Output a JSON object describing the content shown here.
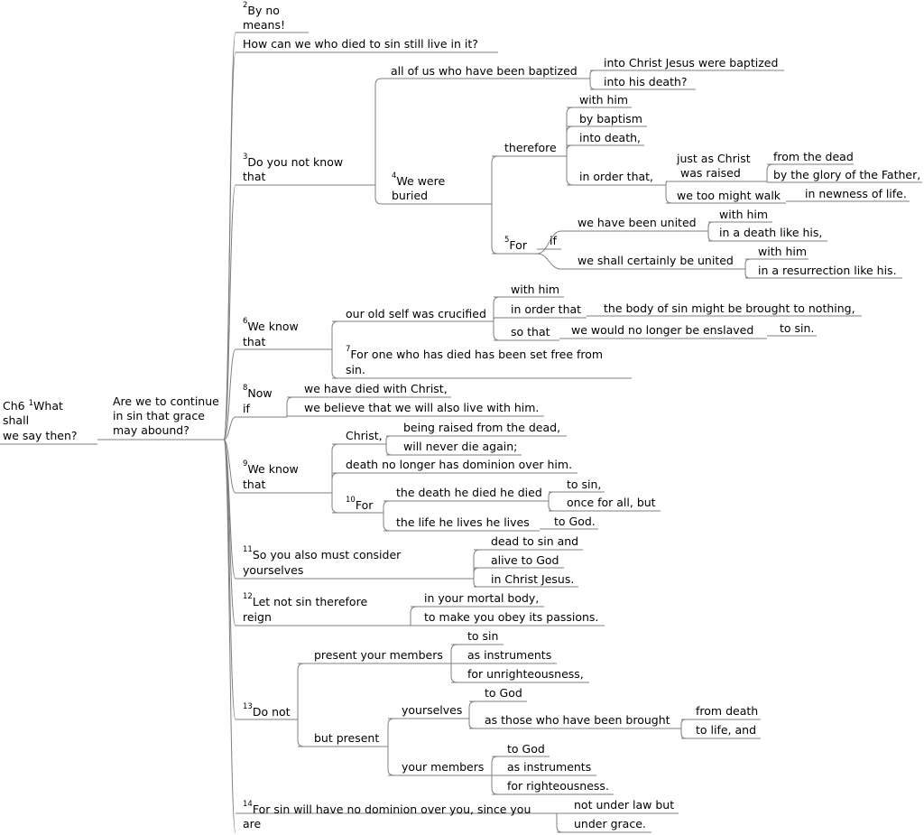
{
  "root": {
    "chapter": "Ch6",
    "verse": "1",
    "lines": [
      "What",
      "shall",
      "we say then?"
    ]
  },
  "question": {
    "lines": [
      "Are we to continue",
      " in sin that grace",
      "may abound?"
    ]
  },
  "s2": {
    "verse": "2",
    "lines": [
      "By no",
      "means!"
    ]
  },
  "s2b": {
    "text": "How can we who died to sin still live in it?"
  },
  "s3": {
    "verse": "3",
    "lines": [
      "Do you not know",
      "that"
    ]
  },
  "s3a": {
    "text": "all of us who have been baptized"
  },
  "s3a1": {
    "text": "into Christ Jesus were baptized"
  },
  "s3a2": {
    "text": "into his death?"
  },
  "s4": {
    "verse": "4",
    "lines": [
      "We were",
      "buried"
    ]
  },
  "s4t": {
    "text": "therefore"
  },
  "s4t1": {
    "text": "with him"
  },
  "s4t2": {
    "text": "by baptism"
  },
  "s4t3": {
    "text": "into death,"
  },
  "s4t4": {
    "text": "in order that,"
  },
  "s4jc": {
    "lines": [
      "just as Christ",
      "was raised"
    ]
  },
  "s4jc1": {
    "text": "from the dead"
  },
  "s4jc2": {
    "text": "by the glory of the Father,"
  },
  "s4wt": {
    "text": "we too might walk"
  },
  "s4wt1": {
    "text": "in newness of life."
  },
  "s5": {
    "verse": "5",
    "text": "For"
  },
  "s5if": {
    "text": "if"
  },
  "s5a": {
    "text": "we have been united"
  },
  "s5a1": {
    "text": "with him"
  },
  "s5a2": {
    "text": "in a death like his,"
  },
  "s5b": {
    "text": "we shall certainly be united"
  },
  "s5b1": {
    "text": "with him"
  },
  "s5b2": {
    "text": "in a resurrection like his."
  },
  "s6": {
    "verse": "6",
    "lines": [
      "We know",
      "that"
    ]
  },
  "s6a": {
    "text": "our old self was crucified"
  },
  "s6a1": {
    "text": "with him"
  },
  "s6a2": {
    "text": "in order that"
  },
  "s6a2a": {
    "text": "the body of sin might be brought to nothing,"
  },
  "s6a3": {
    "text": "so that"
  },
  "s6a3a": {
    "text": "we would no longer be enslaved"
  },
  "s6a3b": {
    "text": "to sin."
  },
  "s7": {
    "verse": "7",
    "lines": [
      "For one who has died has been set free from",
      "sin."
    ]
  },
  "s8": {
    "verse": "8",
    "lines": [
      "Now",
      "if"
    ]
  },
  "s8a": {
    "text": "we have died with Christ,"
  },
  "s8b": {
    "text": "we believe that we will also live with him."
  },
  "s9": {
    "verse": "9",
    "lines": [
      "We know",
      "that"
    ]
  },
  "s9a": {
    "text": "Christ,"
  },
  "s9a1": {
    "text": "being raised from the dead,"
  },
  "s9a2": {
    "text": "will never die again;"
  },
  "s9b": {
    "text": "death no longer has dominion over him."
  },
  "s10": {
    "verse": "10",
    "text": "For"
  },
  "s10a": {
    "text": "the death he died he died"
  },
  "s10a1": {
    "text": "to sin,"
  },
  "s10a2": {
    "text": "once for all, but"
  },
  "s10b": {
    "text": "the life he lives he lives"
  },
  "s10b1": {
    "text": "to God."
  },
  "s11": {
    "verse": "11",
    "lines": [
      "So you also must consider",
      "yourselves"
    ]
  },
  "s11a": {
    "text": "dead to sin and"
  },
  "s11b": {
    "text": "alive to God"
  },
  "s11c": {
    "text": "in Christ Jesus."
  },
  "s12": {
    "verse": "12",
    "lines": [
      "Let not sin therefore",
      "reign"
    ]
  },
  "s12a": {
    "text": "in your mortal body,"
  },
  "s12b": {
    "text": "to make you obey its passions."
  },
  "s13": {
    "verse": "13",
    "text": "Do not"
  },
  "s13a": {
    "text": "present your members"
  },
  "s13a1": {
    "text": "to sin"
  },
  "s13a2": {
    "text": "as instruments"
  },
  "s13a3": {
    "text": "for unrighteousness,"
  },
  "s13b": {
    "text": "but present"
  },
  "s13b1": {
    "text": "yourselves"
  },
  "s13b1a": {
    "text": "to God"
  },
  "s13b1b": {
    "text": "as those who have been brought"
  },
  "s13b1b1": {
    "text": "from death"
  },
  "s13b1b2": {
    "text": "to life, and"
  },
  "s13b2": {
    "text": "your members"
  },
  "s13b2a": {
    "text": "to God"
  },
  "s13b2b": {
    "text": "as instruments"
  },
  "s13b2c": {
    "text": "for righteousness."
  },
  "s14": {
    "verse": "14",
    "lines": [
      "For sin will have no dominion over you, since you",
      "are"
    ]
  },
  "s14a": {
    "text": "not under law but"
  },
  "s14b": {
    "text": "under grace."
  },
  "colors": {
    "text": "#000000",
    "connector": "#7f7f7f",
    "background": "#ffffff"
  }
}
